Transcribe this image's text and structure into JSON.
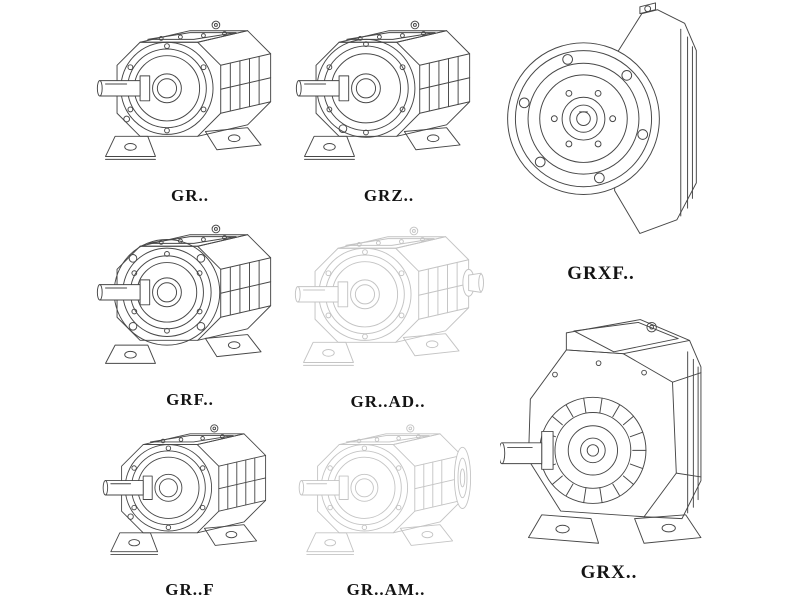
{
  "page": {
    "background_color": "#ffffff",
    "description": "Catalog sheet of GR-series helical gear reducer mounting variants shown as isometric technical line drawings"
  },
  "colors": {
    "solid_line": "#474747",
    "phantom_line": "#c4c4c4",
    "label_text": "#141414"
  },
  "figures": [
    {
      "label": "GR..",
      "drawing": "foot-mounted-helical-gear-reducer",
      "line_style": "solid"
    },
    {
      "label": "GRZ..",
      "drawing": "foot-mounted-helical-gear-reducer-variant",
      "line_style": "solid"
    },
    {
      "label": "GRXF..",
      "drawing": "flange-mounted-helical-gear-reducer-front-view",
      "line_style": "solid"
    },
    {
      "label": "GRF..",
      "drawing": "flange-and-foot-mounted-helical-gear-reducer",
      "line_style": "solid"
    },
    {
      "label": "GR..AD..",
      "drawing": "helical-gear-reducer-with-input-shaft-adapter",
      "line_style": "phantom-gray"
    },
    {
      "label": "GR..F",
      "drawing": "foot-mounted-helical-gear-reducer",
      "line_style": "solid"
    },
    {
      "label": "GR..AM..",
      "drawing": "helical-gear-reducer-with-motor-flange-adapter",
      "line_style": "phantom-gray"
    },
    {
      "label": "GRX..",
      "drawing": "large-foot-mounted-helical-gear-reducer",
      "line_style": "solid"
    }
  ]
}
